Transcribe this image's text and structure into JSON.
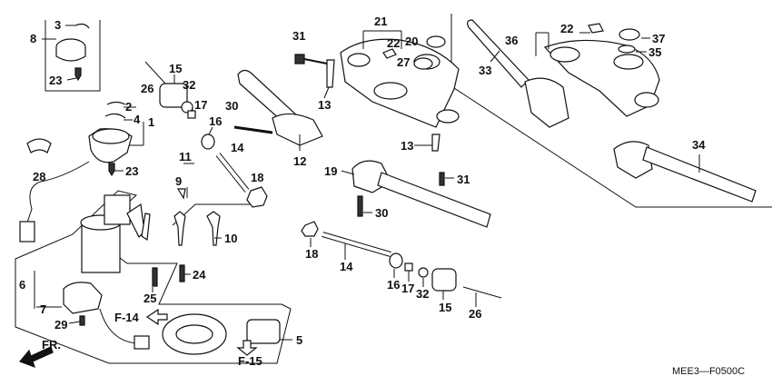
{
  "diagram_code": "MEE3—F0500C",
  "direction_label": "FR.",
  "ref_labels": {
    "f14": "F-14",
    "f15": "F-15"
  },
  "callouts": {
    "c1": "1",
    "c2": "2",
    "c3": "3",
    "c4": "4",
    "c5": "5",
    "c6": "6",
    "c7": "7",
    "c8": "8",
    "c9": "9",
    "c10": "10",
    "c11": "11",
    "c12": "12",
    "c13a": "13",
    "c13b": "13",
    "c14a": "14",
    "c14b": "14",
    "c15a": "15",
    "c15b": "15",
    "c16a": "16",
    "c16b": "16",
    "c17a": "17",
    "c17b": "17",
    "c18a": "18",
    "c18b": "18",
    "c19": "19",
    "c20": "20",
    "c21": "21",
    "c22a": "22",
    "c22b": "22",
    "c23a": "23",
    "c23b": "23",
    "c24": "24",
    "c25": "25",
    "c26a": "26",
    "c26b": "26",
    "c27": "27",
    "c28": "28",
    "c29": "29",
    "c30a": "30",
    "c30b": "30",
    "c31a": "31",
    "c31b": "31",
    "c32a": "32",
    "c32b": "32",
    "c33": "33",
    "c34": "34",
    "c35": "35",
    "c36": "36",
    "c37": "37"
  }
}
